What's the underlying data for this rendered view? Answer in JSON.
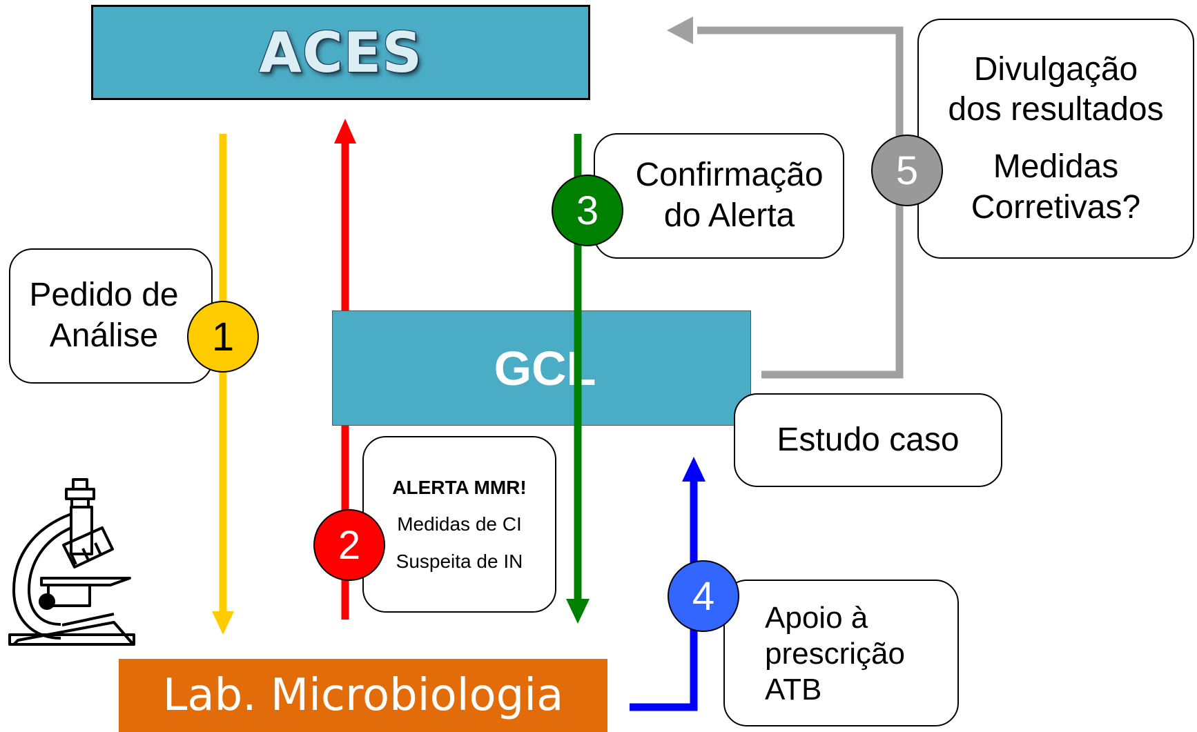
{
  "title_box": {
    "label": "ACES",
    "color": "#4bacc6"
  },
  "center_box": {
    "label": "GCL",
    "color": "#4bacc6"
  },
  "bottom_box": {
    "label": "Lab. Microbiologia",
    "color": "#e36c0a"
  },
  "steps": [
    {
      "number": "1",
      "color": "#ffcc00",
      "lines": [
        "Pedido de",
        "Análise"
      ]
    },
    {
      "number": "2",
      "color": "#ff0000",
      "heading": "ALERTA MMR!",
      "lines": [
        "Medidas de CI",
        "Suspeita de IN"
      ]
    },
    {
      "number": "3",
      "color": "#008000",
      "lines": [
        "Confirmação",
        "do Alerta"
      ]
    },
    {
      "number": "4",
      "color": "#1f4fff",
      "lines": [
        "Apoio à",
        "prescrição",
        "ATB"
      ]
    },
    {
      "number": "5",
      "color": "#999999",
      "lines": [
        "Divulgação",
        "dos resultados",
        "Medidas",
        "Corretivas?"
      ]
    }
  ],
  "study_box": {
    "label": "Estudo caso"
  },
  "microscope_icon": "microscope-icon"
}
